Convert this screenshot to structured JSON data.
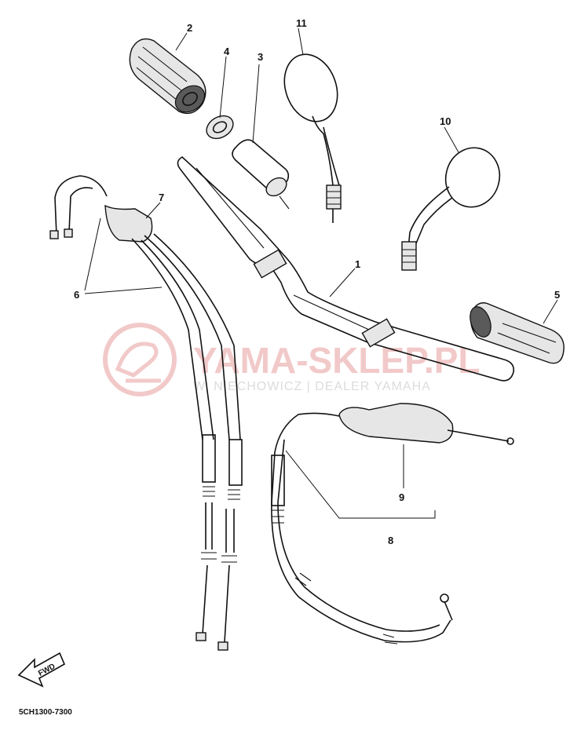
{
  "watermark": {
    "brand": "YAMA-SKLEP.PL",
    "dealer": "W. NIECHOWICZ | DEALER YAMAHA"
  },
  "callouts": {
    "p1": "1",
    "p2": "2",
    "p3": "3",
    "p4": "4",
    "p5": "5",
    "p6": "6",
    "p7": "7",
    "p8": "8",
    "p9": "9",
    "p10": "10",
    "p11": "11"
  },
  "footer": {
    "fwd": "FWD",
    "code": "5CH1300-7300"
  },
  "colors": {
    "line": "#111111",
    "watermark_red": "#f2c9c9"
  }
}
